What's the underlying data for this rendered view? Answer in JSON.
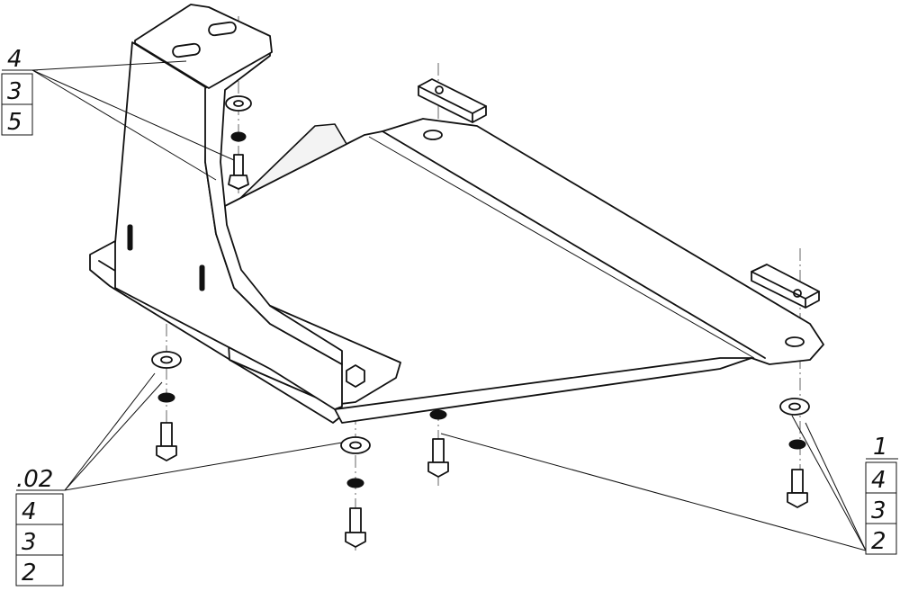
{
  "callouts": {
    "top_left": {
      "lines": [
        "4",
        "3",
        "5"
      ]
    },
    "bottom_left": {
      "lines": [
        ".02",
        "4",
        "3",
        "2"
      ]
    },
    "right": {
      "lines": [
        "1",
        "4",
        "3",
        "2"
      ]
    }
  }
}
